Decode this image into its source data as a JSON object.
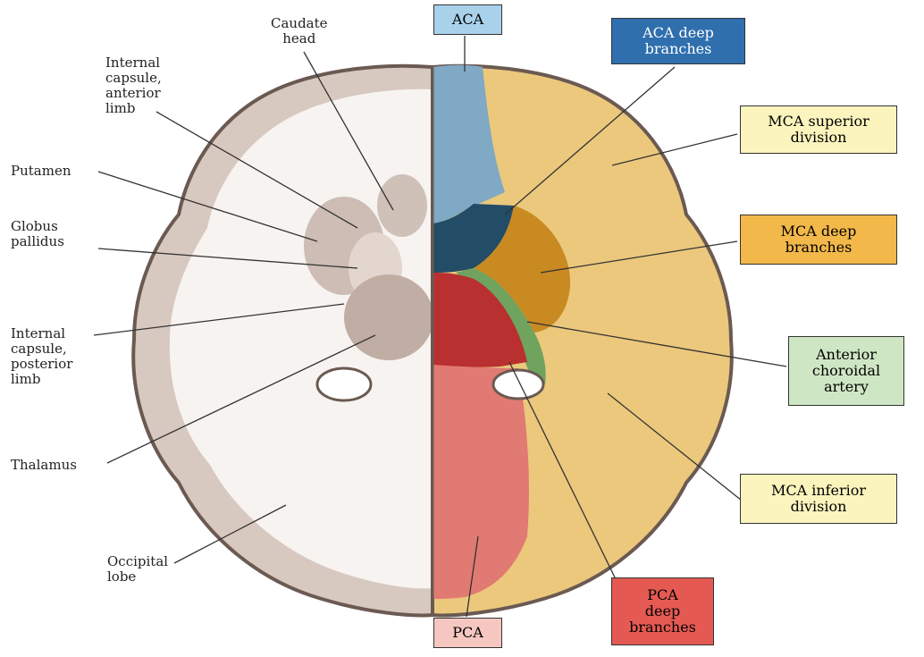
{
  "left_labels": {
    "caudate_head": "Caudate\nhead",
    "internal_capsule_anterior": "Internal\ncapsule,\nanterior\nlimb",
    "putamen": "Putamen",
    "globus_pallidus": "Globus\npallidus",
    "internal_capsule_posterior": "Internal\ncapsule,\nposterior\nlimb",
    "thalamus": "Thalamus",
    "occipital_lobe": "Occipital\nlobe"
  },
  "territories": {
    "aca": {
      "label": "ACA",
      "color": "#a9d2ea",
      "fill": "#7fa9c4"
    },
    "aca_deep": {
      "label": "ACA deep\nbranches",
      "color": "#2f6fae",
      "fill": "#234c66"
    },
    "mca_superior": {
      "label": "MCA superior\ndivision",
      "color": "#fbf4bd",
      "fill": "#ebc87c"
    },
    "mca_deep": {
      "label": "MCA deep\nbranches",
      "color": "#f2b84a",
      "fill": "#c98a22"
    },
    "anterior_choroidal": {
      "label": "Anterior\nchoroidal\nartery",
      "color": "#cfe6c4",
      "fill": "#6fa35e"
    },
    "mca_inferior": {
      "label": "MCA inferior\ndivision",
      "color": "#fbf4bd",
      "fill": "#ebc87c"
    },
    "pca_deep": {
      "label": "PCA\ndeep\nbranches",
      "color": "#e45a52",
      "fill": "#b8302f"
    },
    "pca": {
      "label": "PCA",
      "color": "#f6c7c0",
      "fill": "#e07a72"
    }
  }
}
